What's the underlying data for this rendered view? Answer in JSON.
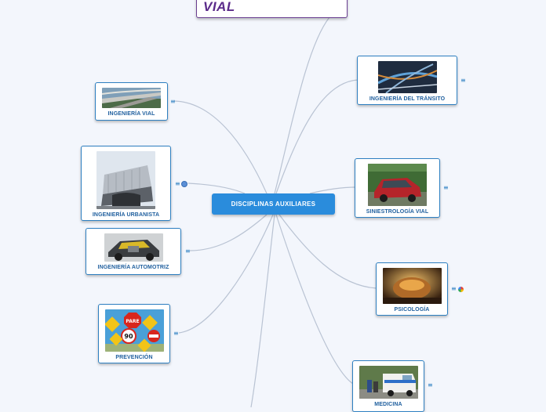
{
  "map": {
    "top_title": "VIAL",
    "center": "DISCIPLINAS AUXILIARES",
    "nodes": {
      "ingenieria_vial": "INGENIERÍA VIAL",
      "ingenieria_urbanista": "INGENIERÍA URBANISTA",
      "ingenieria_automotriz": "INGENIERÍA AUTOMOTRIZ",
      "prevencion": "PREVENCIÓN",
      "ingenieria_transito": "INGENIERÍA DEL TRÁNSITO",
      "siniestrologia": "SINIESTROLOGÍA VIAL",
      "psicologia": "PSICOLOGÍA",
      "medicina": "MEDICINA"
    },
    "note_glyph": "≡",
    "sign_pare": "PARE",
    "sign_90": "90",
    "branch_color": "#b9c3d3",
    "node_border_color": "#2d7fc1",
    "center_color": "#2a8cdc",
    "title_color": "#5b2b8a"
  }
}
